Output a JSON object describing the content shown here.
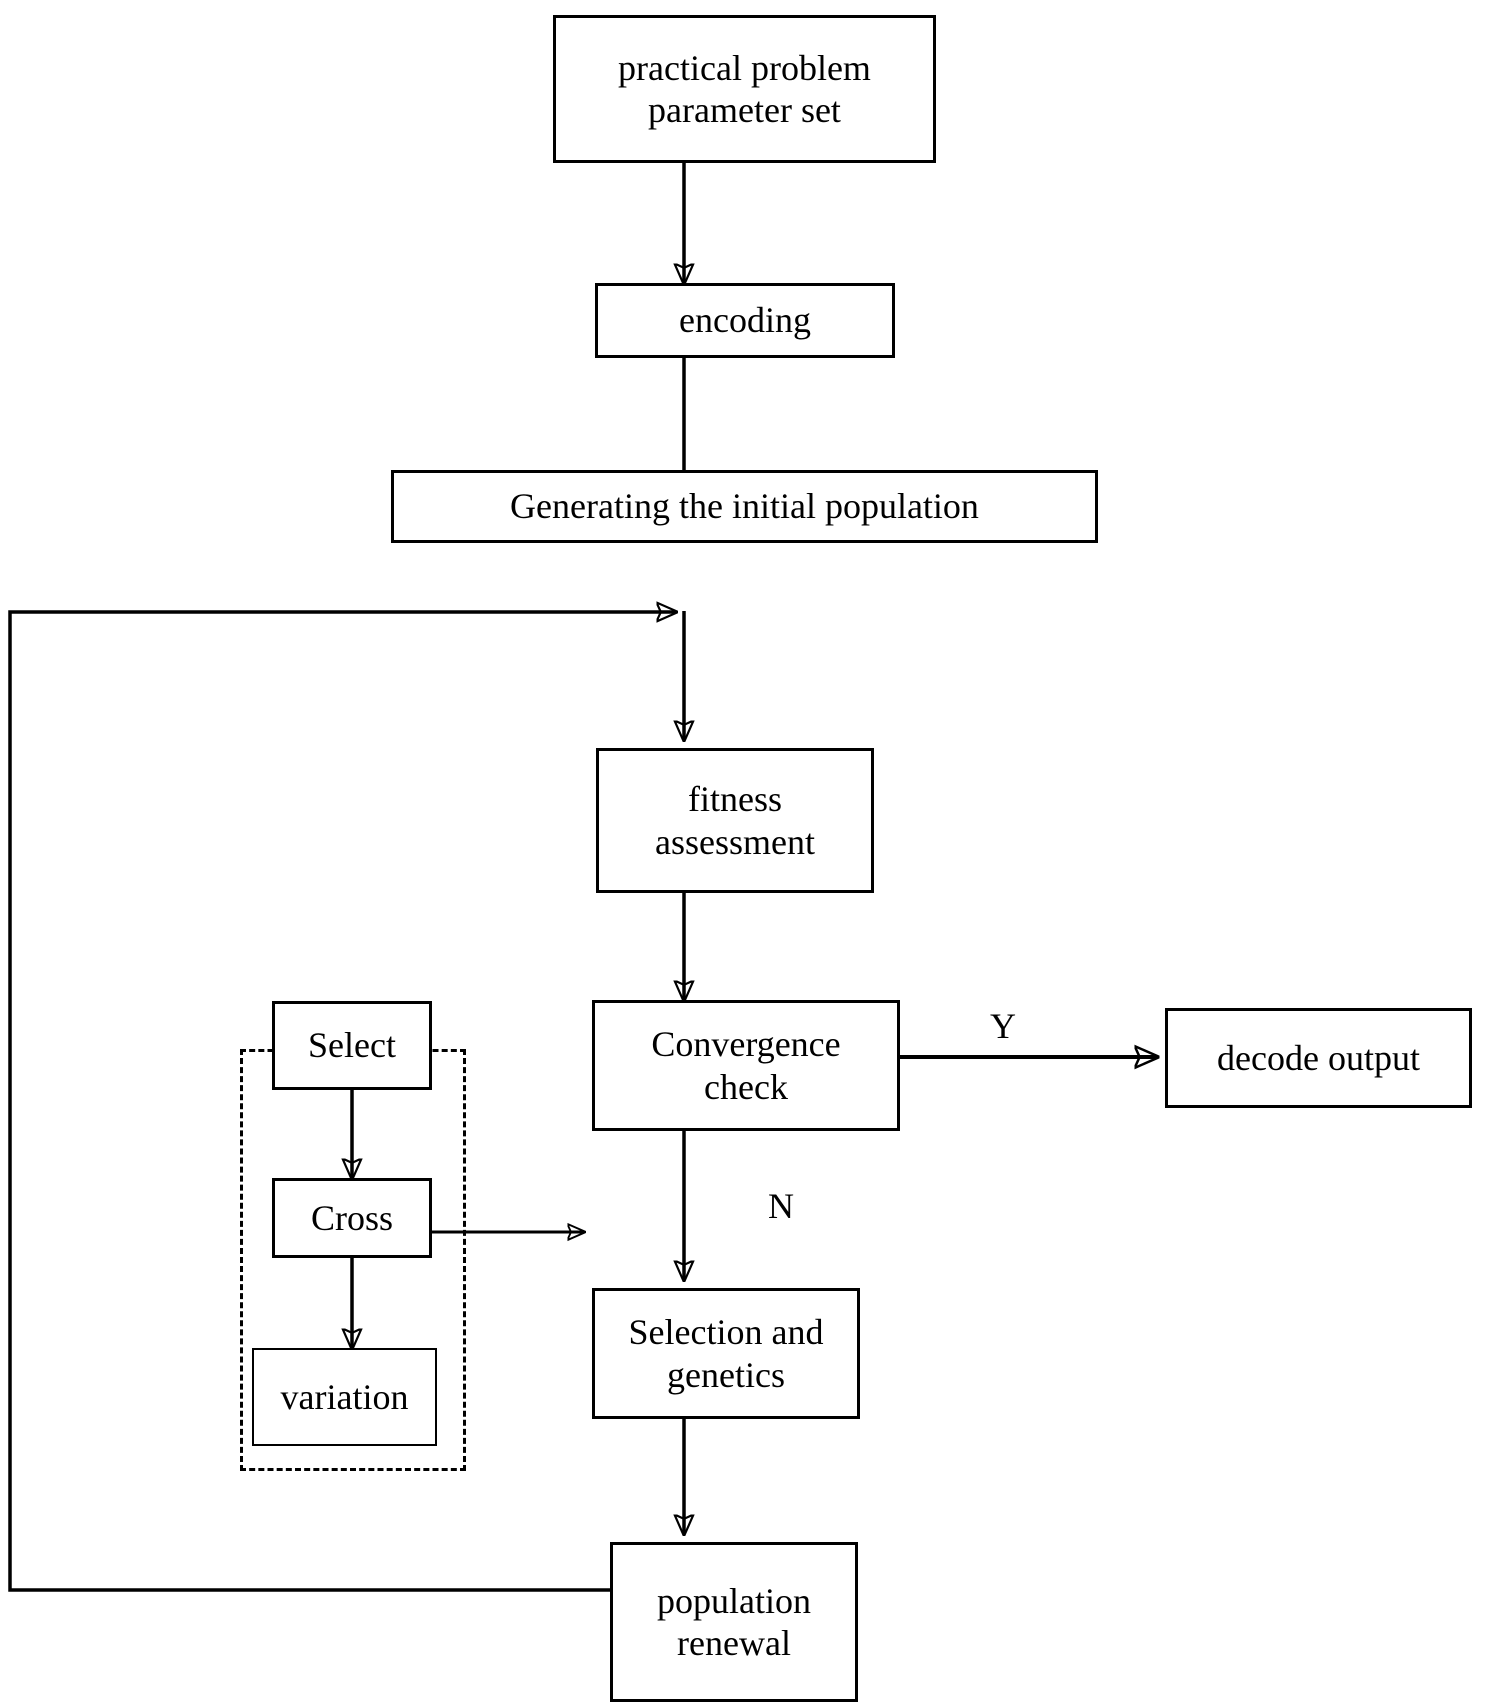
{
  "diagram": {
    "title": "Genetic algorithm flowchart",
    "background_color": "#ffffff",
    "line_color": "#000000",
    "nodes": {
      "practical_problem": "practical problem\nparameter set",
      "encoding": "encoding",
      "generating_population": "Generating the initial population",
      "fitness": "fitness\nassessment",
      "convergence": "Convergence\ncheck",
      "decode_output": "decode output",
      "selection_genetics": "Selection and\ngenetics",
      "population_renewal": "population\nrenewal",
      "select": "Select",
      "cross": "Cross",
      "variation": "variation"
    },
    "edge_labels": {
      "yes": "Y",
      "no": "N"
    }
  }
}
